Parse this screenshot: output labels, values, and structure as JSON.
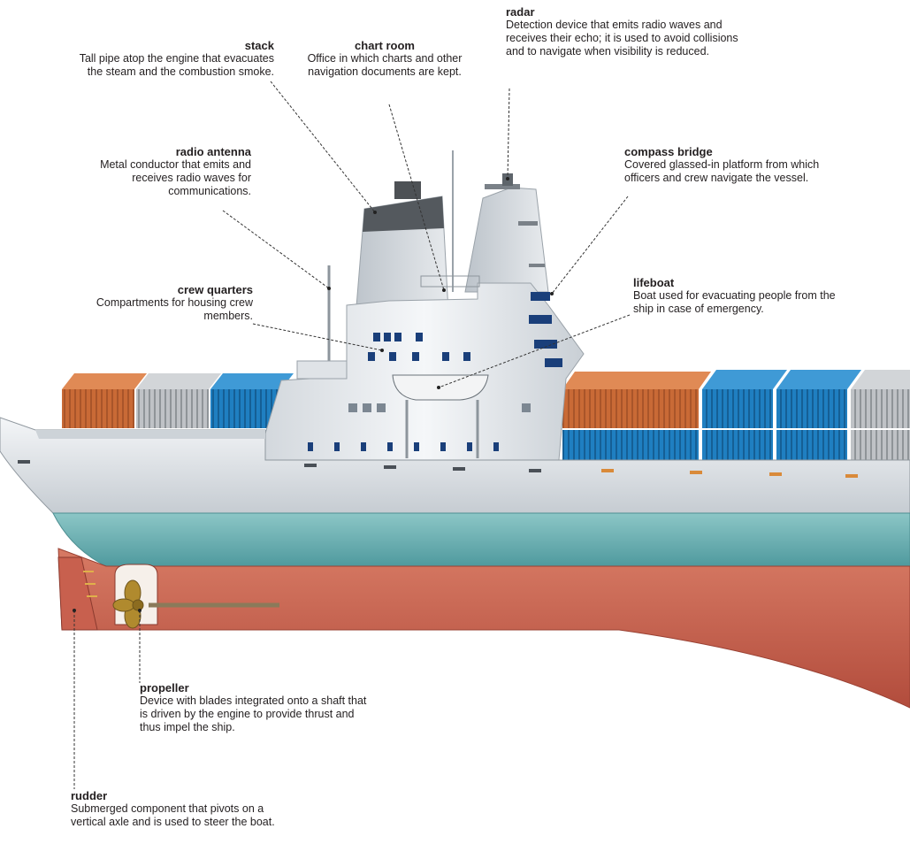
{
  "labels": {
    "stack": {
      "term": "stack",
      "desc": "Tall pipe atop the engine that evacuates the steam and the combustion smoke."
    },
    "chart_room": {
      "term": "chart room",
      "desc": "Office in which charts and other navigation documents are kept."
    },
    "radar": {
      "term": "radar",
      "desc": "Detection device that emits radio waves and receives their echo; it is used to avoid collisions and to navigate when visibility is reduced."
    },
    "radio_antenna": {
      "term": "radio antenna",
      "desc": "Metal conductor that emits and receives radio waves for communications."
    },
    "compass_bridge": {
      "term": "compass bridge",
      "desc": "Covered glassed-in platform from which officers and crew navigate the vessel."
    },
    "crew_quarters": {
      "term": "crew quarters",
      "desc": "Compartments for housing crew members."
    },
    "lifeboat": {
      "term": "lifeboat",
      "desc": "Boat used for evacuating people from the ship in case of emergency."
    },
    "propeller": {
      "term": "propeller",
      "desc": "Device with blades integrated onto a shaft that is driven by the engine to provide thrust and thus impel the ship."
    },
    "rudder": {
      "term": "rudder",
      "desc": "Submerged component that pivots on a vertical axle and is used to steer the boat."
    }
  },
  "colors": {
    "hull_white": "#e4e8ec",
    "hull_teal": "#6fb3b5",
    "hull_red": "#c8604e",
    "container_orange": "#c96a36",
    "container_blue": "#1f7fc1",
    "container_gray": "#b9bcc0",
    "container_red": "#b9332b",
    "superstructure": "#eef0f2",
    "stack_dark": "#4d5155"
  }
}
